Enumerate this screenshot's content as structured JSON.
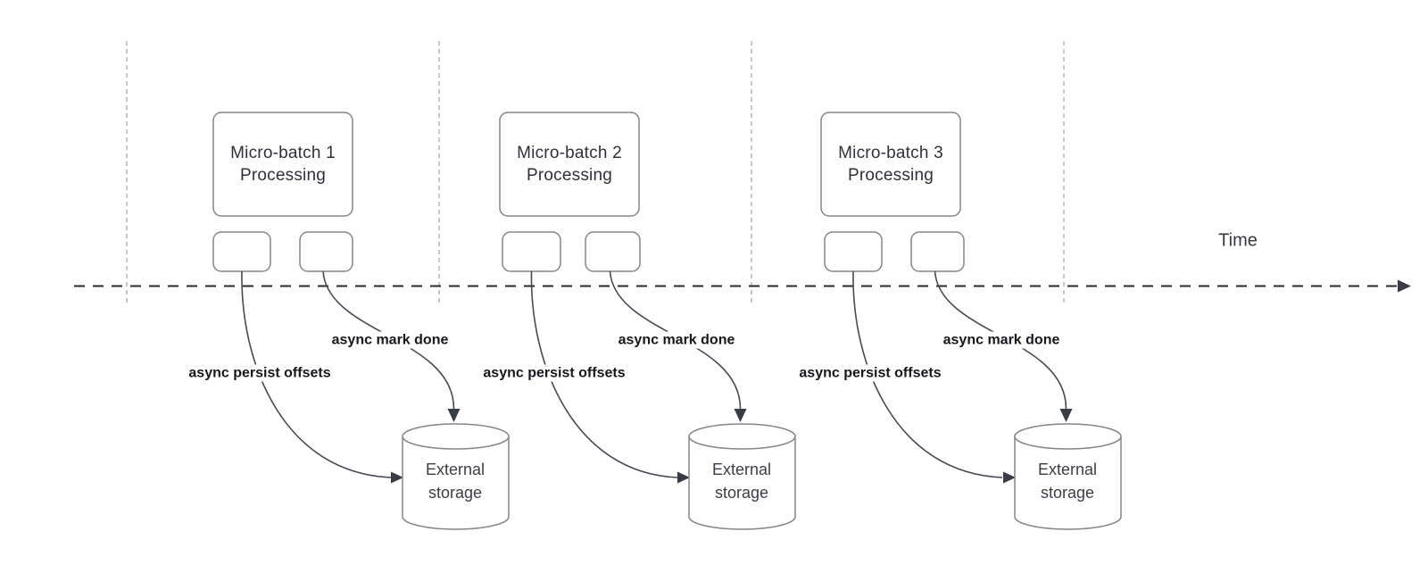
{
  "diagram": {
    "time_label": "Time",
    "batches": [
      {
        "title_line1": "Micro-batch 1",
        "title_line2": "Processing",
        "persist_label": "async persist offsets",
        "mark_label": "async mark done",
        "storage_line1": "External",
        "storage_line2": "storage"
      },
      {
        "title_line1": "Micro-batch 2",
        "title_line2": "Processing",
        "persist_label": "async persist offsets",
        "mark_label": "async mark done",
        "storage_line1": "External",
        "storage_line2": "storage"
      },
      {
        "title_line1": "Micro-batch 3",
        "title_line2": "Processing",
        "persist_label": "async persist offsets",
        "mark_label": "async mark done",
        "storage_line1": "External",
        "storage_line2": "storage"
      }
    ]
  }
}
